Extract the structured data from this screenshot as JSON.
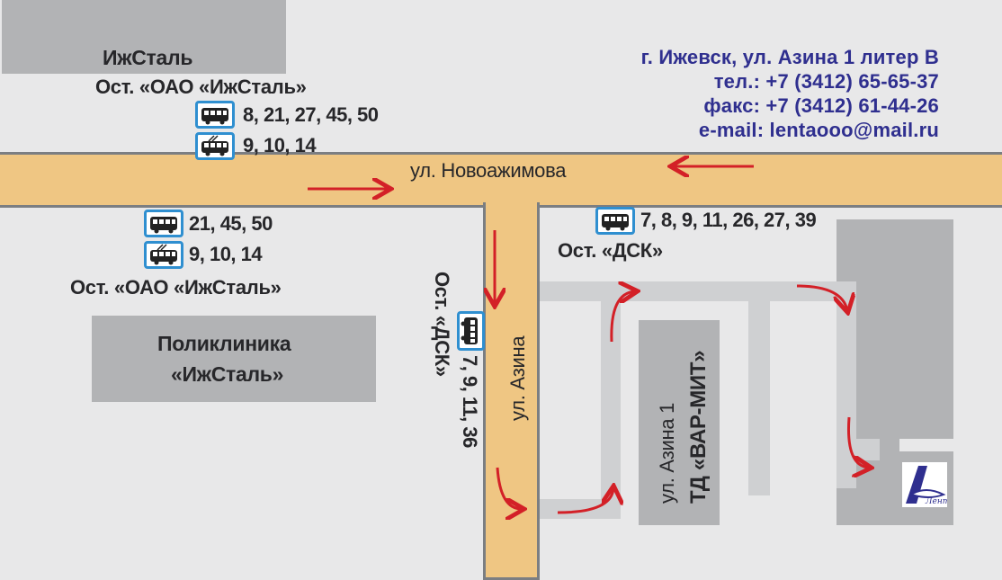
{
  "contacts": {
    "address": "г. Ижевск, ул. Азина 1 литер В",
    "phone": "тел.: +7 (3412) 65-65-37",
    "fax": "факс: +7 (3412) 61-44-26",
    "email": "e-mail: lentaooo@mail.ru"
  },
  "streets": {
    "novoazhimova": "ул. Новоажимова",
    "azina": "ул. Азина",
    "azina_1": "ул. Азина 1"
  },
  "buildings": {
    "izhstal": "ИжСталь",
    "clinic_line1": "Поликлиника",
    "clinic_line2": "«ИжСталь»",
    "td_varmit": "ТД «ВАР-МИТ»"
  },
  "stops": {
    "top_left": {
      "name": "Ост. «ОАО «ИжСталь»",
      "bus_routes": "8, 21, 27, 45, 50",
      "trolley_routes": "9, 10, 14"
    },
    "bottom_left": {
      "name": "Ост. «ОАО «ИжСталь»",
      "bus_routes": "21, 45, 50",
      "trolley_routes": "9, 10, 14"
    },
    "dsk_top": {
      "name": "Ост. «ДСК»",
      "bus_routes": "7, 8, 9, 11, 26, 27, 39"
    },
    "dsk_vertical": {
      "name": "Ост. «ДСК»",
      "bus_routes": "7, 9, 11, 36"
    }
  },
  "icons": {
    "bus": "bus-icon",
    "trolleybus": "trolleybus-icon",
    "logo": "lenta-logo-icon",
    "arrow": "direction-arrow-icon"
  },
  "colors": {
    "road": "#efc683",
    "road_border": "#7b7e82",
    "building": "#b2b3b5",
    "lane": "#cfd0d2",
    "background": "#e8e8e9",
    "arrow": "#d32027",
    "contact_text": "#2f2f8f",
    "icon_border": "#2f8fd0"
  }
}
